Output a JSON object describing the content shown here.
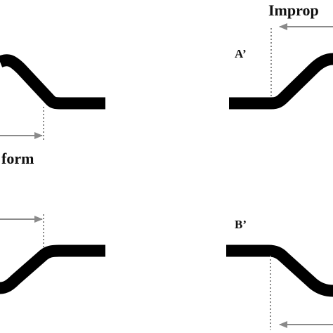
{
  "labels": {
    "top_right_heading": "Improp",
    "a_prime": "A’",
    "b_prime": "B’",
    "left_caption": "form"
  },
  "colors": {
    "curve": "#000000",
    "guide": "#8a8a8a",
    "arrow": "#8a8a8a"
  }
}
